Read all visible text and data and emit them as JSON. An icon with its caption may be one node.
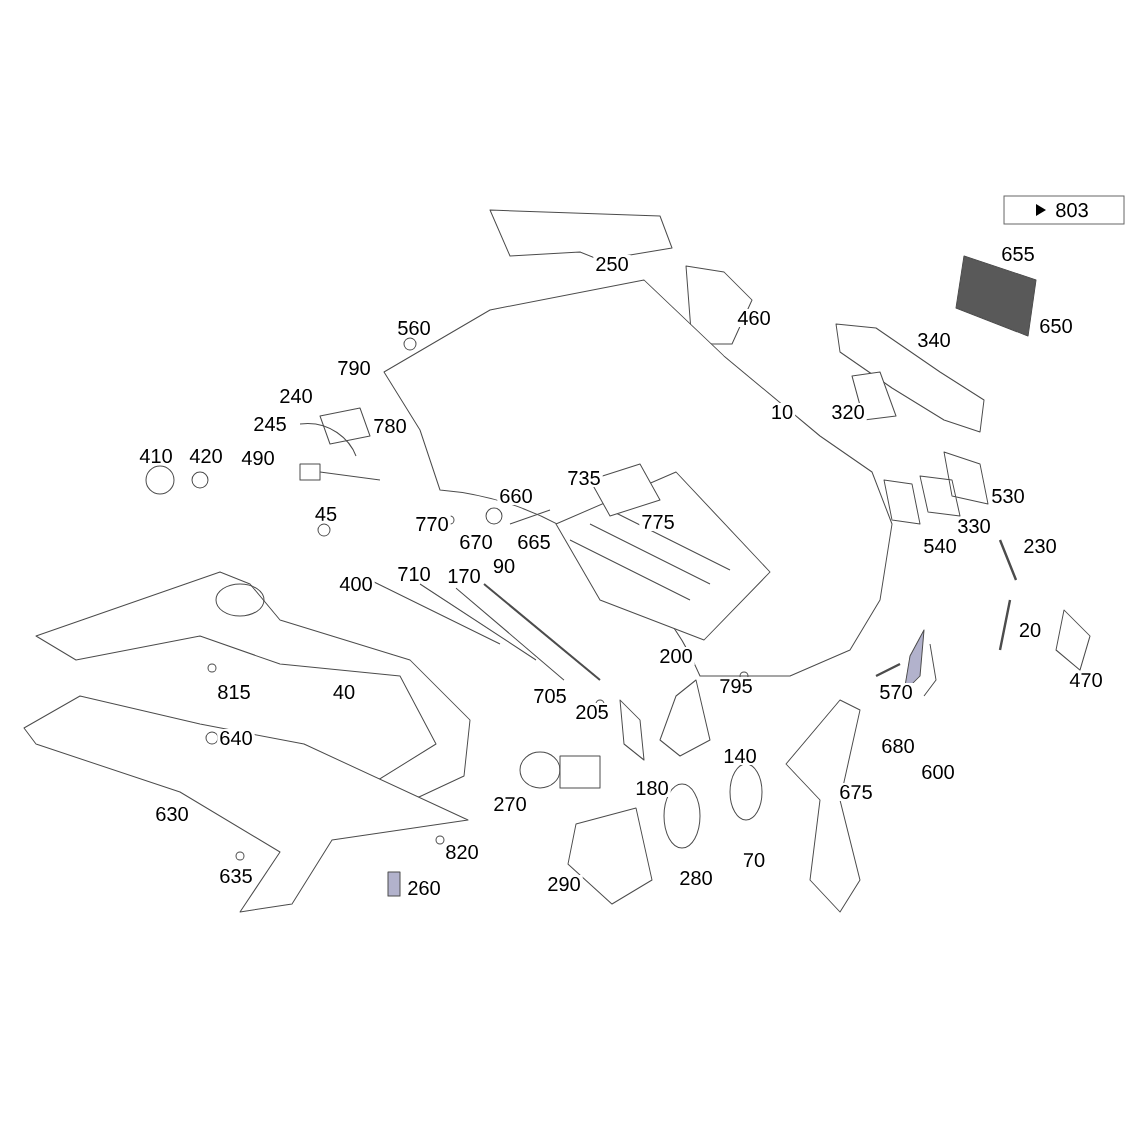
{
  "diagram": {
    "nodes": [
      {
        "text": [
          "803"
        ]
      }
    ],
    "labels": [
      "250",
      "655",
      "650",
      "460",
      "340",
      "560",
      "790",
      "240",
      "245",
      "780",
      "10",
      "320",
      "410",
      "420",
      "490",
      "735",
      "660",
      "530",
      "45",
      "770",
      "775",
      "330",
      "670",
      "665",
      "540",
      "230",
      "90",
      "400",
      "710",
      "170",
      "20",
      "200",
      "470",
      "815",
      "40",
      "570",
      "795",
      "705",
      "205",
      "640",
      "680",
      "140",
      "600",
      "180",
      "675",
      "270",
      "630",
      "820",
      "70",
      "635",
      "280",
      "260",
      "290"
    ]
  }
}
